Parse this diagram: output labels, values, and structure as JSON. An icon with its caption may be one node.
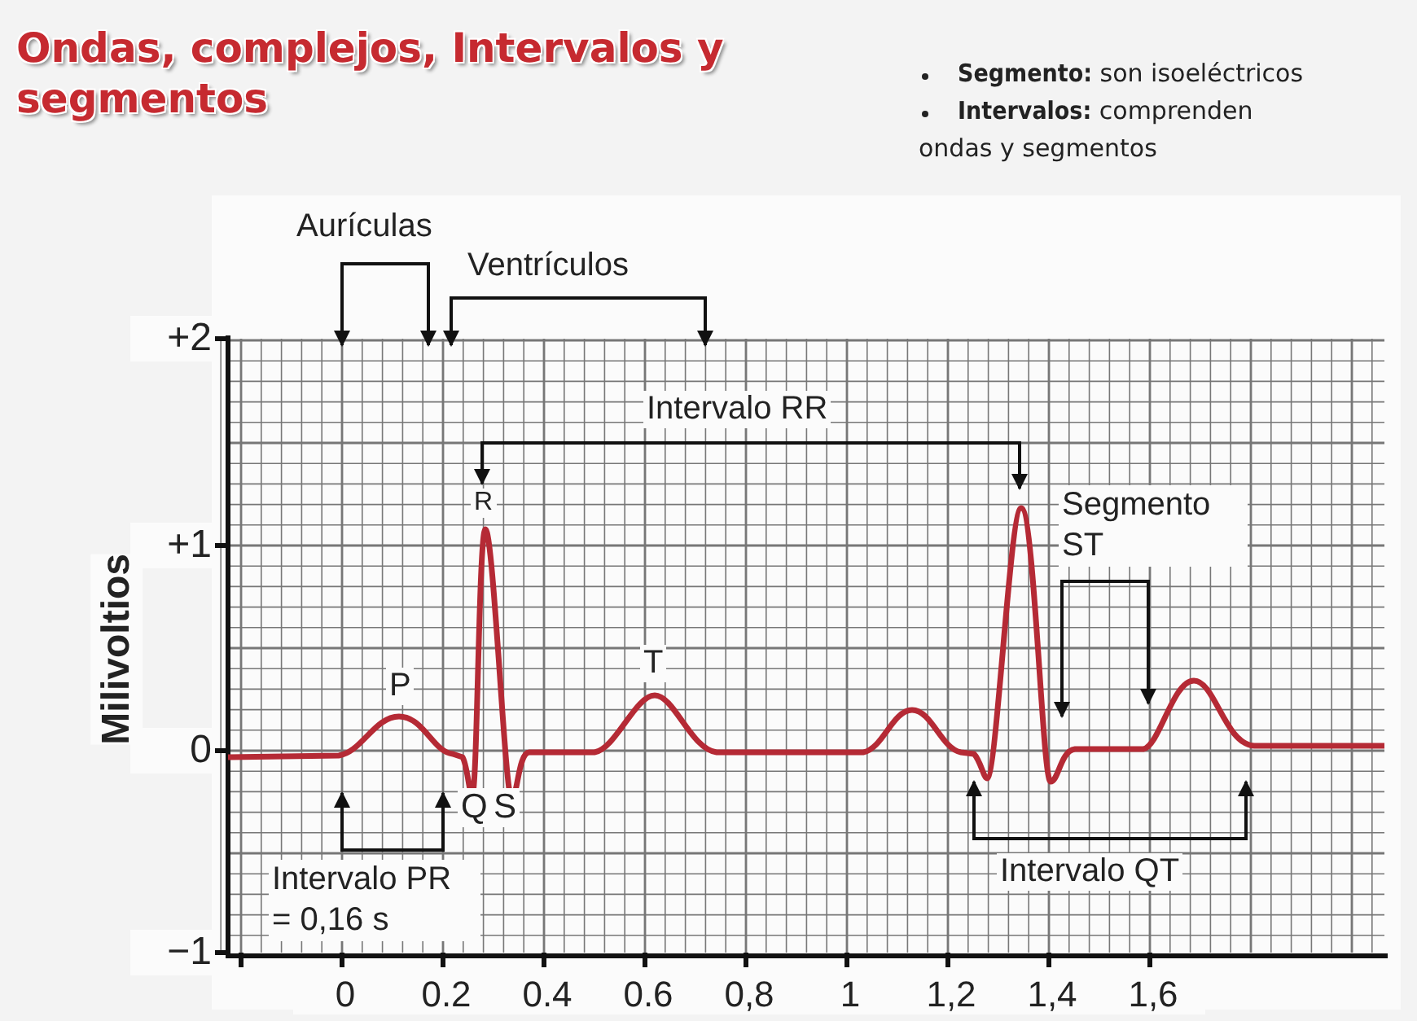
{
  "diagram": {
    "title": "Ondas, complejos, Intervalos y segmentos",
    "labels": [
      "**Segmento:** son isoeléctricos",
      "**Intervalos:** comprenden ondas y segmentos",
      "Aurículas",
      "Ventrículos",
      "+2",
      "Intervalo RR",
      "R",
      "Segmento ST",
      "+1",
      "Milivoltios",
      "P",
      "T",
      "0",
      "Q",
      "S",
      "Intervalo PR = 0,16 s",
      "Intervalo QT",
      "−1",
      "0",
      "0.2",
      "0.4",
      "0.6",
      "0,8",
      "1",
      "1,2",
      "1,4",
      "1,6"
    ]
  }
}
